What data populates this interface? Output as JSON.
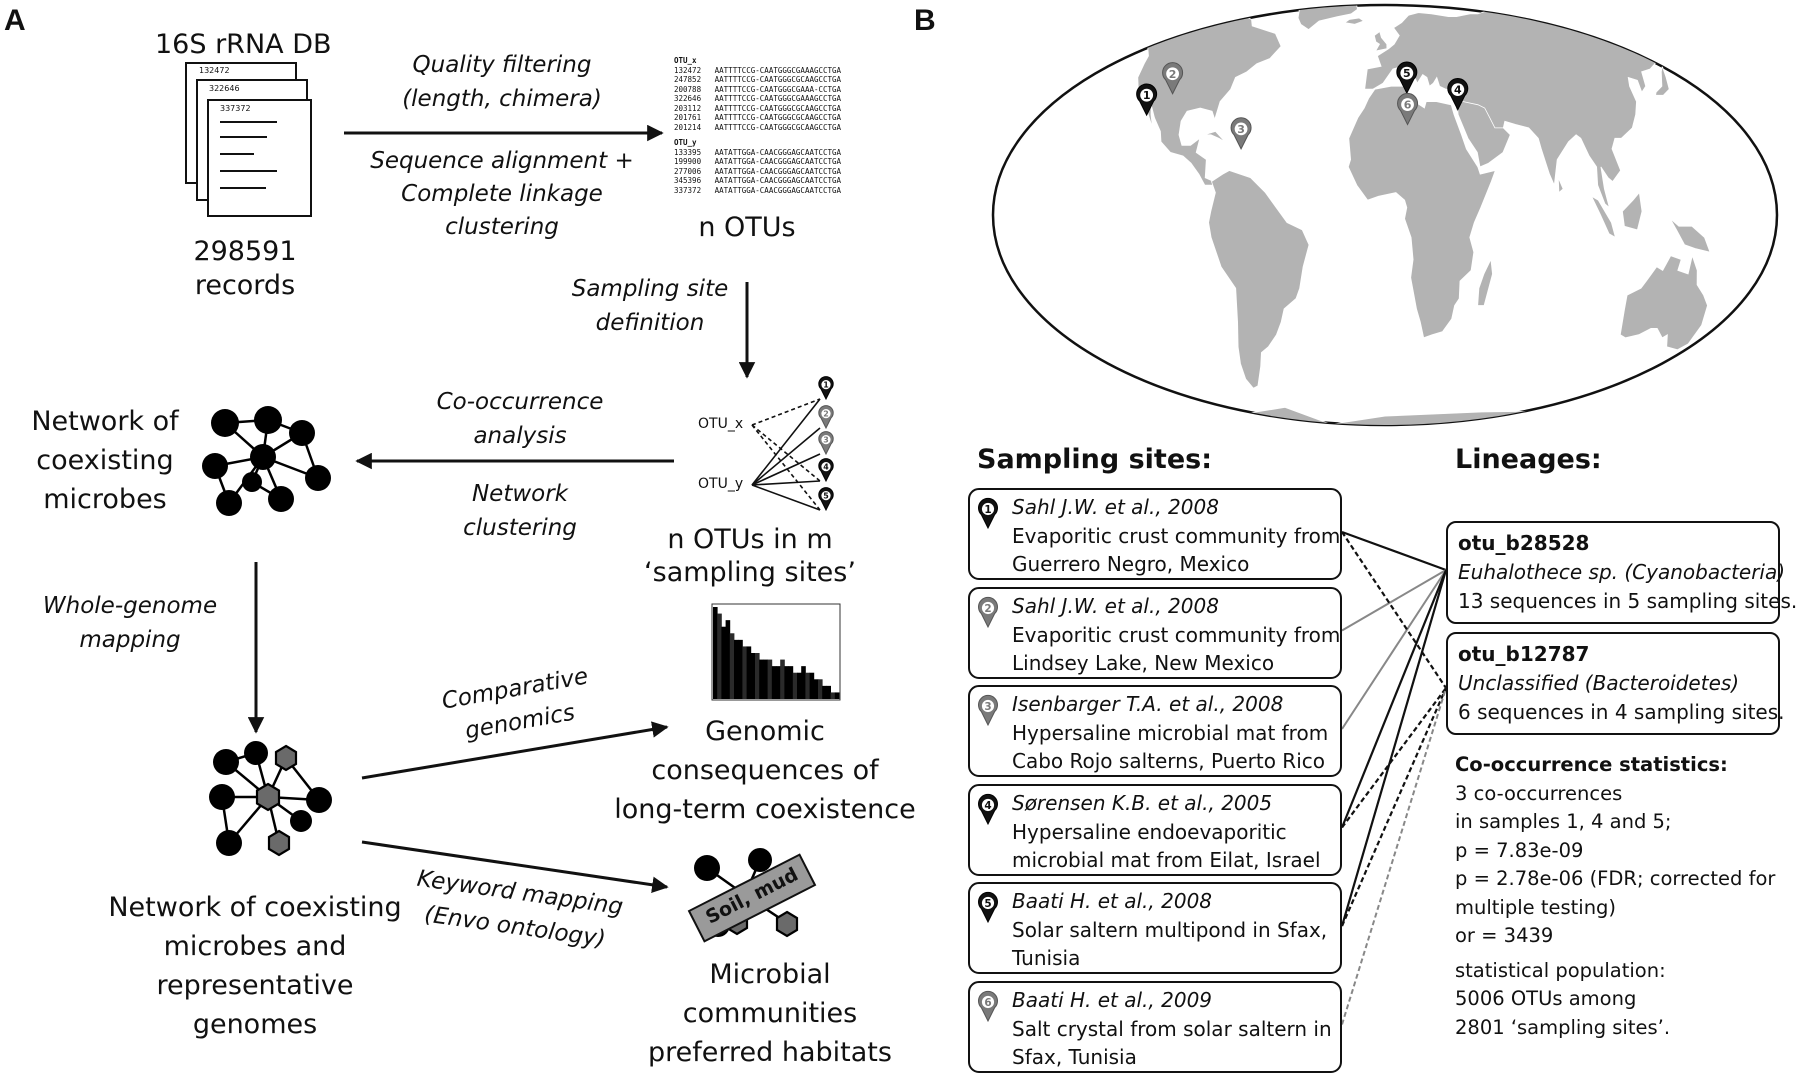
{
  "panel_a": {
    "letter": "A",
    "db_title": "16S rRNA DB",
    "db_doc_ids": [
      "132472",
      "322646",
      "337372"
    ],
    "records_count": "298591",
    "records_word": "records",
    "step1_label": [
      "Quality filtering",
      "(length, chimera)"
    ],
    "step2_label": [
      "Sequence alignment +",
      "Complete linkage",
      "clustering"
    ],
    "otu_table": {
      "otu_x_header": "OTU_x",
      "otu_x_rows": [
        "132472   AATTTTCCG-CAATGGGCGAAAGCCTGA",
        "247852   AATTTTCCG-CAATGGGCGCAAGCCTGA",
        "200788   AATTTTCCG-CAATGGGCGAAA-CCTGA",
        "322646   AATTTTCCG-CAATGGGCGAAAGCCTGA",
        "203112   AATTTTCCG-CAATGGGCGCAAGCCTGA",
        "201761   AATTTTCCG-CAATGGGCGCAAGCCTGA",
        "201214   AATTTTCCG-CAATGGGCGCAAGCCTGA"
      ],
      "otu_y_header": "OTU_y",
      "otu_y_rows": [
        "133395   AATATTGGA-CAACGGGAGCAATCCTGA",
        "199900   AATATTGGA-CAACGGGAGCAATCCTGA",
        "277006   AATATTGGA-CAACGGGAGCAATCCTGA",
        "345396   AATATTGGA-CAACGGGAGCAATCCTGA",
        "337372   AATATTGGA-CAACGGGAGCAATCCTGA"
      ]
    },
    "n_otus": "n OTUs",
    "step3_label": [
      "Sampling site",
      "definition"
    ],
    "bipartite": {
      "otu_x": "OTU_x",
      "otu_y": "OTU_y",
      "site_numbers": [
        "1",
        "2",
        "3",
        "4",
        "5"
      ]
    },
    "n_otus_sites": [
      "n OTUs in m",
      "‘sampling sites’"
    ],
    "cooccurrence_label": [
      "Co-occurrence",
      "analysis"
    ],
    "network_clustering_label": [
      "Network",
      "clustering"
    ],
    "network_title": [
      "Network of",
      "coexisting",
      "microbes"
    ],
    "wgm_label": [
      "Whole-genome",
      "mapping"
    ],
    "network_genomes_title": [
      "Network of coexisting",
      "microbes and",
      "representative",
      "genomes"
    ],
    "comparative_label": [
      "Comparative",
      "genomics"
    ],
    "genomic_consequences": [
      "Genomic",
      "consequences of",
      "long-term coexistence"
    ],
    "histogram_values": [
      14,
      13,
      11,
      12,
      10,
      9,
      9,
      8,
      8,
      7,
      7,
      6,
      6,
      6,
      5,
      5,
      6,
      5,
      5,
      4,
      4,
      5,
      4,
      4,
      3,
      3,
      2,
      2,
      1,
      1
    ],
    "keyword_label": [
      "Keyword mapping",
      "(Envo ontology)"
    ],
    "soil_tag": "Soil, mud",
    "habitats_title": [
      "Microbial",
      "communities",
      "preferred habitats"
    ]
  },
  "panel_b": {
    "letter": "B",
    "map_markers": [
      {
        "num": "1",
        "style": "dark",
        "lon": -114.0,
        "lat": 27.8
      },
      {
        "num": "2",
        "style": "gray",
        "lon": -104.0,
        "lat": 34.5
      },
      {
        "num": "3",
        "style": "gray",
        "lon": -67.2,
        "lat": 18.0
      },
      {
        "num": "4",
        "style": "dark",
        "lon": 35.0,
        "lat": 29.5
      },
      {
        "num": "5",
        "style": "dark",
        "lon": 10.7,
        "lat": 34.7
      },
      {
        "num": "6",
        "style": "gray",
        "lon": 10.7,
        "lat": 25.0
      }
    ],
    "sites_header": "Sampling sites:",
    "lineages_header": "Lineages:",
    "sites": [
      {
        "num": "1",
        "style": "dark",
        "citation": "Sahl J.W. et al., 2008",
        "desc1": "Evaporitic crust community from",
        "desc2": "Guerrero Negro, Mexico"
      },
      {
        "num": "2",
        "style": "gray",
        "citation": "Sahl J.W. et al., 2008",
        "desc1": "Evaporitic crust community from",
        "desc2": "Lindsey Lake, New Mexico"
      },
      {
        "num": "3",
        "style": "gray",
        "citation": "Isenbarger T.A. et al., 2008",
        "desc1": "Hypersaline microbial mat from",
        "desc2": "Cabo Rojo salterns, Puerto Rico"
      },
      {
        "num": "4",
        "style": "dark",
        "citation": "Sørensen K.B. et al., 2005",
        "desc1": "Hypersaline endoevaporitic",
        "desc2": "microbial mat from Eilat, Israel"
      },
      {
        "num": "5",
        "style": "dark",
        "citation": "Baati H. et al., 2008",
        "desc1": "Solar saltern multipond in Sfax,",
        "desc2": "Tunisia"
      },
      {
        "num": "6",
        "style": "gray",
        "citation": "Baati H. et al., 2009",
        "desc1": "Salt crystal from solar saltern in",
        "desc2": "Sfax, Tunisia"
      }
    ],
    "lineages": [
      {
        "name": "otu_b28528",
        "taxon": "Euhalothece sp. (Cyanobacteria)",
        "count": "13 sequences in 5 sampling sites."
      },
      {
        "name": "otu_b12787",
        "taxon": "Unclassified (Bacteroidetes)",
        "count": "6 sequences in 4 sampling sites."
      }
    ],
    "stats": {
      "header": "Co-occurrence statistics:",
      "lines": [
        "3 co-occurrences",
        "in samples 1, 4 and 5;",
        "p = 7.83e-09",
        "p = 2.78e-06 (FDR; corrected for",
        "multiple testing)",
        "or = 3439"
      ],
      "population": [
        "statistical population:",
        "5006 OTUs among",
        "2801 ‘sampling sites’."
      ]
    },
    "links": [
      {
        "site": "1",
        "otu": "otu_b28528",
        "line": "solid-dark"
      },
      {
        "site": "2",
        "otu": "otu_b28528",
        "line": "solid-gray"
      },
      {
        "site": "3",
        "otu": "otu_b28528",
        "line": "solid-gray"
      },
      {
        "site": "4",
        "otu": "otu_b28528",
        "line": "solid-dark"
      },
      {
        "site": "5",
        "otu": "otu_b28528",
        "line": "solid-dark"
      },
      {
        "site": "1",
        "otu": "otu_b12787",
        "line": "dashed-dark"
      },
      {
        "site": "4",
        "otu": "otu_b12787",
        "line": "dashed-dark"
      },
      {
        "site": "5",
        "otu": "otu_b12787",
        "line": "dashed-dark"
      },
      {
        "site": "6",
        "otu": "otu_b12787",
        "line": "dashed-gray"
      }
    ]
  },
  "colors": {
    "ink": "#111111",
    "land": "#b3b3b3",
    "ocean": "#ffffff",
    "pin_gray": "#7a7a7a",
    "node": "#000000",
    "genome_node": "#6a6a6a"
  }
}
